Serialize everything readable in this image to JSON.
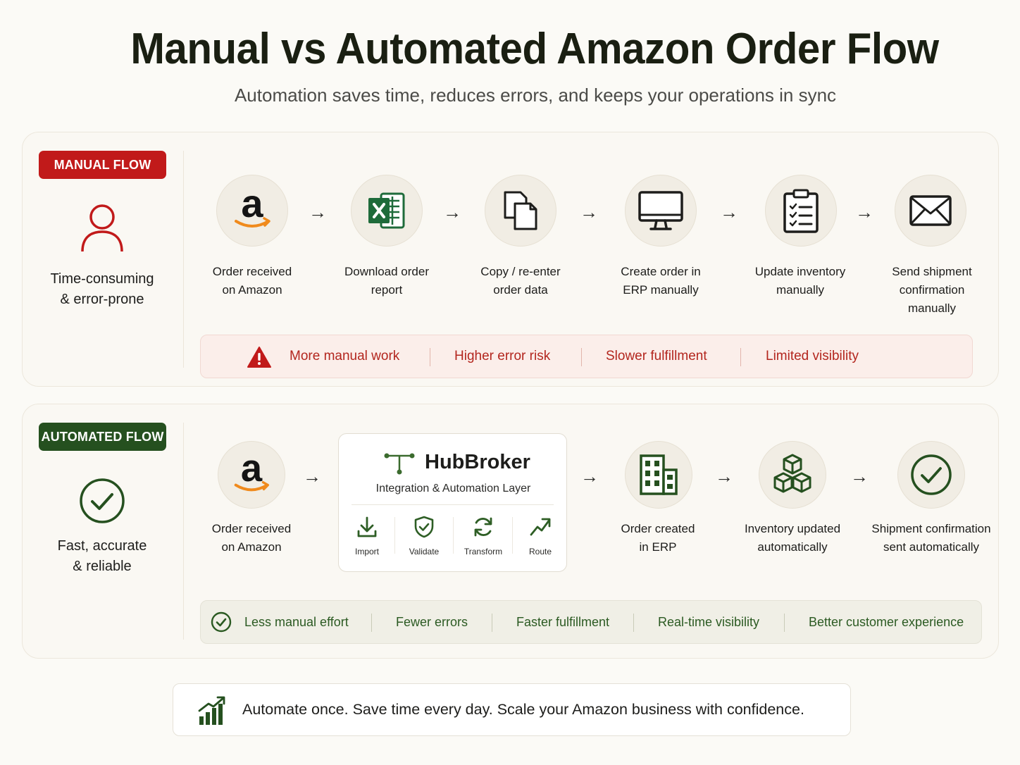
{
  "header": {
    "title": "Manual vs Automated Amazon Order Flow",
    "subtitle": "Automation saves time, reduces errors, and keeps your operations in sync"
  },
  "manual": {
    "badge": "MANUAL FLOW",
    "summary_line1": "Time-consuming",
    "summary_line2": "& error-prone",
    "steps": [
      {
        "icon": "amazon-logo-icon",
        "line1": "Order received",
        "line2": "on Amazon",
        "line3": ""
      },
      {
        "icon": "excel-icon",
        "line1": "Download order",
        "line2": "report",
        "line3": ""
      },
      {
        "icon": "copy-icon",
        "line1": "Copy / re-enter",
        "line2": "order data",
        "line3": ""
      },
      {
        "icon": "monitor-icon",
        "line1": "Create order in",
        "line2": "ERP manually",
        "line3": ""
      },
      {
        "icon": "clipboard-checklist-icon",
        "line1": "Update inventory",
        "line2": "manually",
        "line3": ""
      },
      {
        "icon": "envelope-icon",
        "line1": "Send shipment",
        "line2": "confirmation",
        "line3": "manually"
      }
    ],
    "issues": [
      "More manual work",
      "Higher error risk",
      "Slower fulfillment",
      "Limited visibility"
    ]
  },
  "automated": {
    "badge": "AUTOMATED FLOW",
    "summary_line1": "Fast, accurate",
    "summary_line2": "& reliable",
    "first_step": {
      "icon": "amazon-logo-icon",
      "line1": "Order received",
      "line2": "on Amazon"
    },
    "hub": {
      "name": "HubBroker",
      "subtitle": "Integration & Automation Layer",
      "operations": [
        {
          "icon": "download-icon",
          "label": "Import"
        },
        {
          "icon": "shield-check-icon",
          "label": "Validate"
        },
        {
          "icon": "refresh-icon",
          "label": "Transform"
        },
        {
          "icon": "trend-arrow-icon",
          "label": "Route"
        }
      ]
    },
    "steps": [
      {
        "icon": "building-icon",
        "line1": "Order created",
        "line2": "in ERP"
      },
      {
        "icon": "cubes-icon",
        "line1": "Inventory updated",
        "line2": "automatically"
      },
      {
        "icon": "check-circle-icon",
        "line1": "Shipment confirmation",
        "line2": "sent automatically"
      }
    ],
    "benefits": [
      "Less manual effort",
      "Fewer errors",
      "Faster fulfillment",
      "Real-time visibility",
      "Better customer experience"
    ]
  },
  "footer": {
    "icon": "growth-chart-icon",
    "text": "Automate once. Save time every day. Scale your Amazon business with confidence."
  },
  "colors": {
    "manual_accent": "#c11a1a",
    "automated_accent": "#25501f",
    "excel_green": "#1e6b3a",
    "amazon_orange": "#f08a1c"
  }
}
